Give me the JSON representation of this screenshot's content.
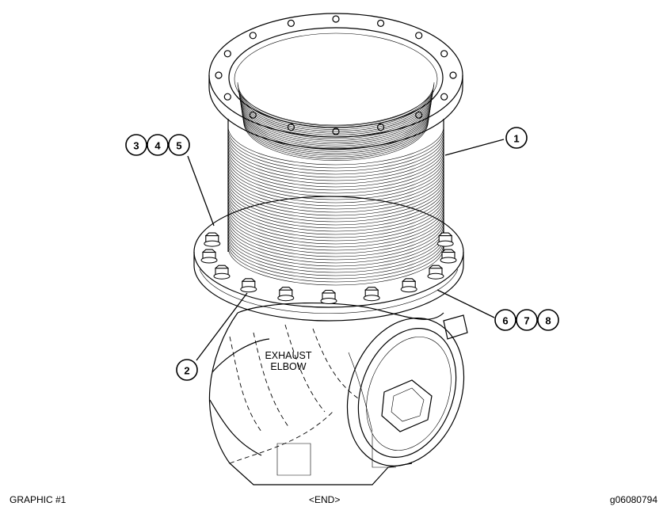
{
  "diagram": {
    "part_label": [
      "EXHAUST",
      "ELBOW"
    ],
    "callouts": [
      "1",
      "2",
      "3",
      "4",
      "5",
      "6",
      "7",
      "8"
    ]
  },
  "footer": {
    "left": "GRAPHIC #1",
    "center": "<END>",
    "right": "g06080794"
  }
}
